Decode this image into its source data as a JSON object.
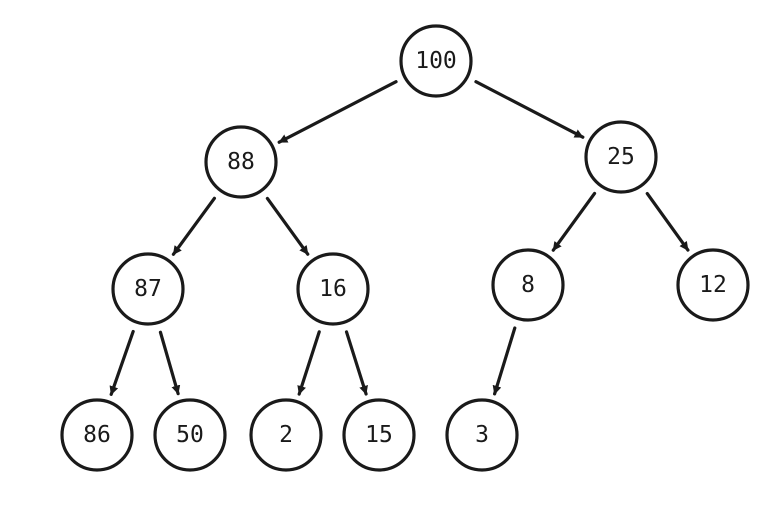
{
  "tree": {
    "colors": {
      "stroke": "#1a1a1a",
      "fill": "#ffffff",
      "text": "#1a1a1a"
    },
    "nodes": [
      {
        "id": "n100",
        "label": "100"
      },
      {
        "id": "n88",
        "label": "88"
      },
      {
        "id": "n25",
        "label": "25"
      },
      {
        "id": "n87",
        "label": "87"
      },
      {
        "id": "n16",
        "label": "16"
      },
      {
        "id": "n8",
        "label": "8"
      },
      {
        "id": "n12",
        "label": "12"
      },
      {
        "id": "n86",
        "label": "86"
      },
      {
        "id": "n50",
        "label": "50"
      },
      {
        "id": "n2",
        "label": "2"
      },
      {
        "id": "n15",
        "label": "15"
      },
      {
        "id": "n3",
        "label": "3"
      }
    ],
    "edges": [
      {
        "from": "n100",
        "to": "n88"
      },
      {
        "from": "n100",
        "to": "n25"
      },
      {
        "from": "n88",
        "to": "n87"
      },
      {
        "from": "n88",
        "to": "n16"
      },
      {
        "from": "n25",
        "to": "n8"
      },
      {
        "from": "n25",
        "to": "n12"
      },
      {
        "from": "n87",
        "to": "n86"
      },
      {
        "from": "n87",
        "to": "n50"
      },
      {
        "from": "n16",
        "to": "n2"
      },
      {
        "from": "n16",
        "to": "n15"
      },
      {
        "from": "n8",
        "to": "n3"
      }
    ]
  }
}
